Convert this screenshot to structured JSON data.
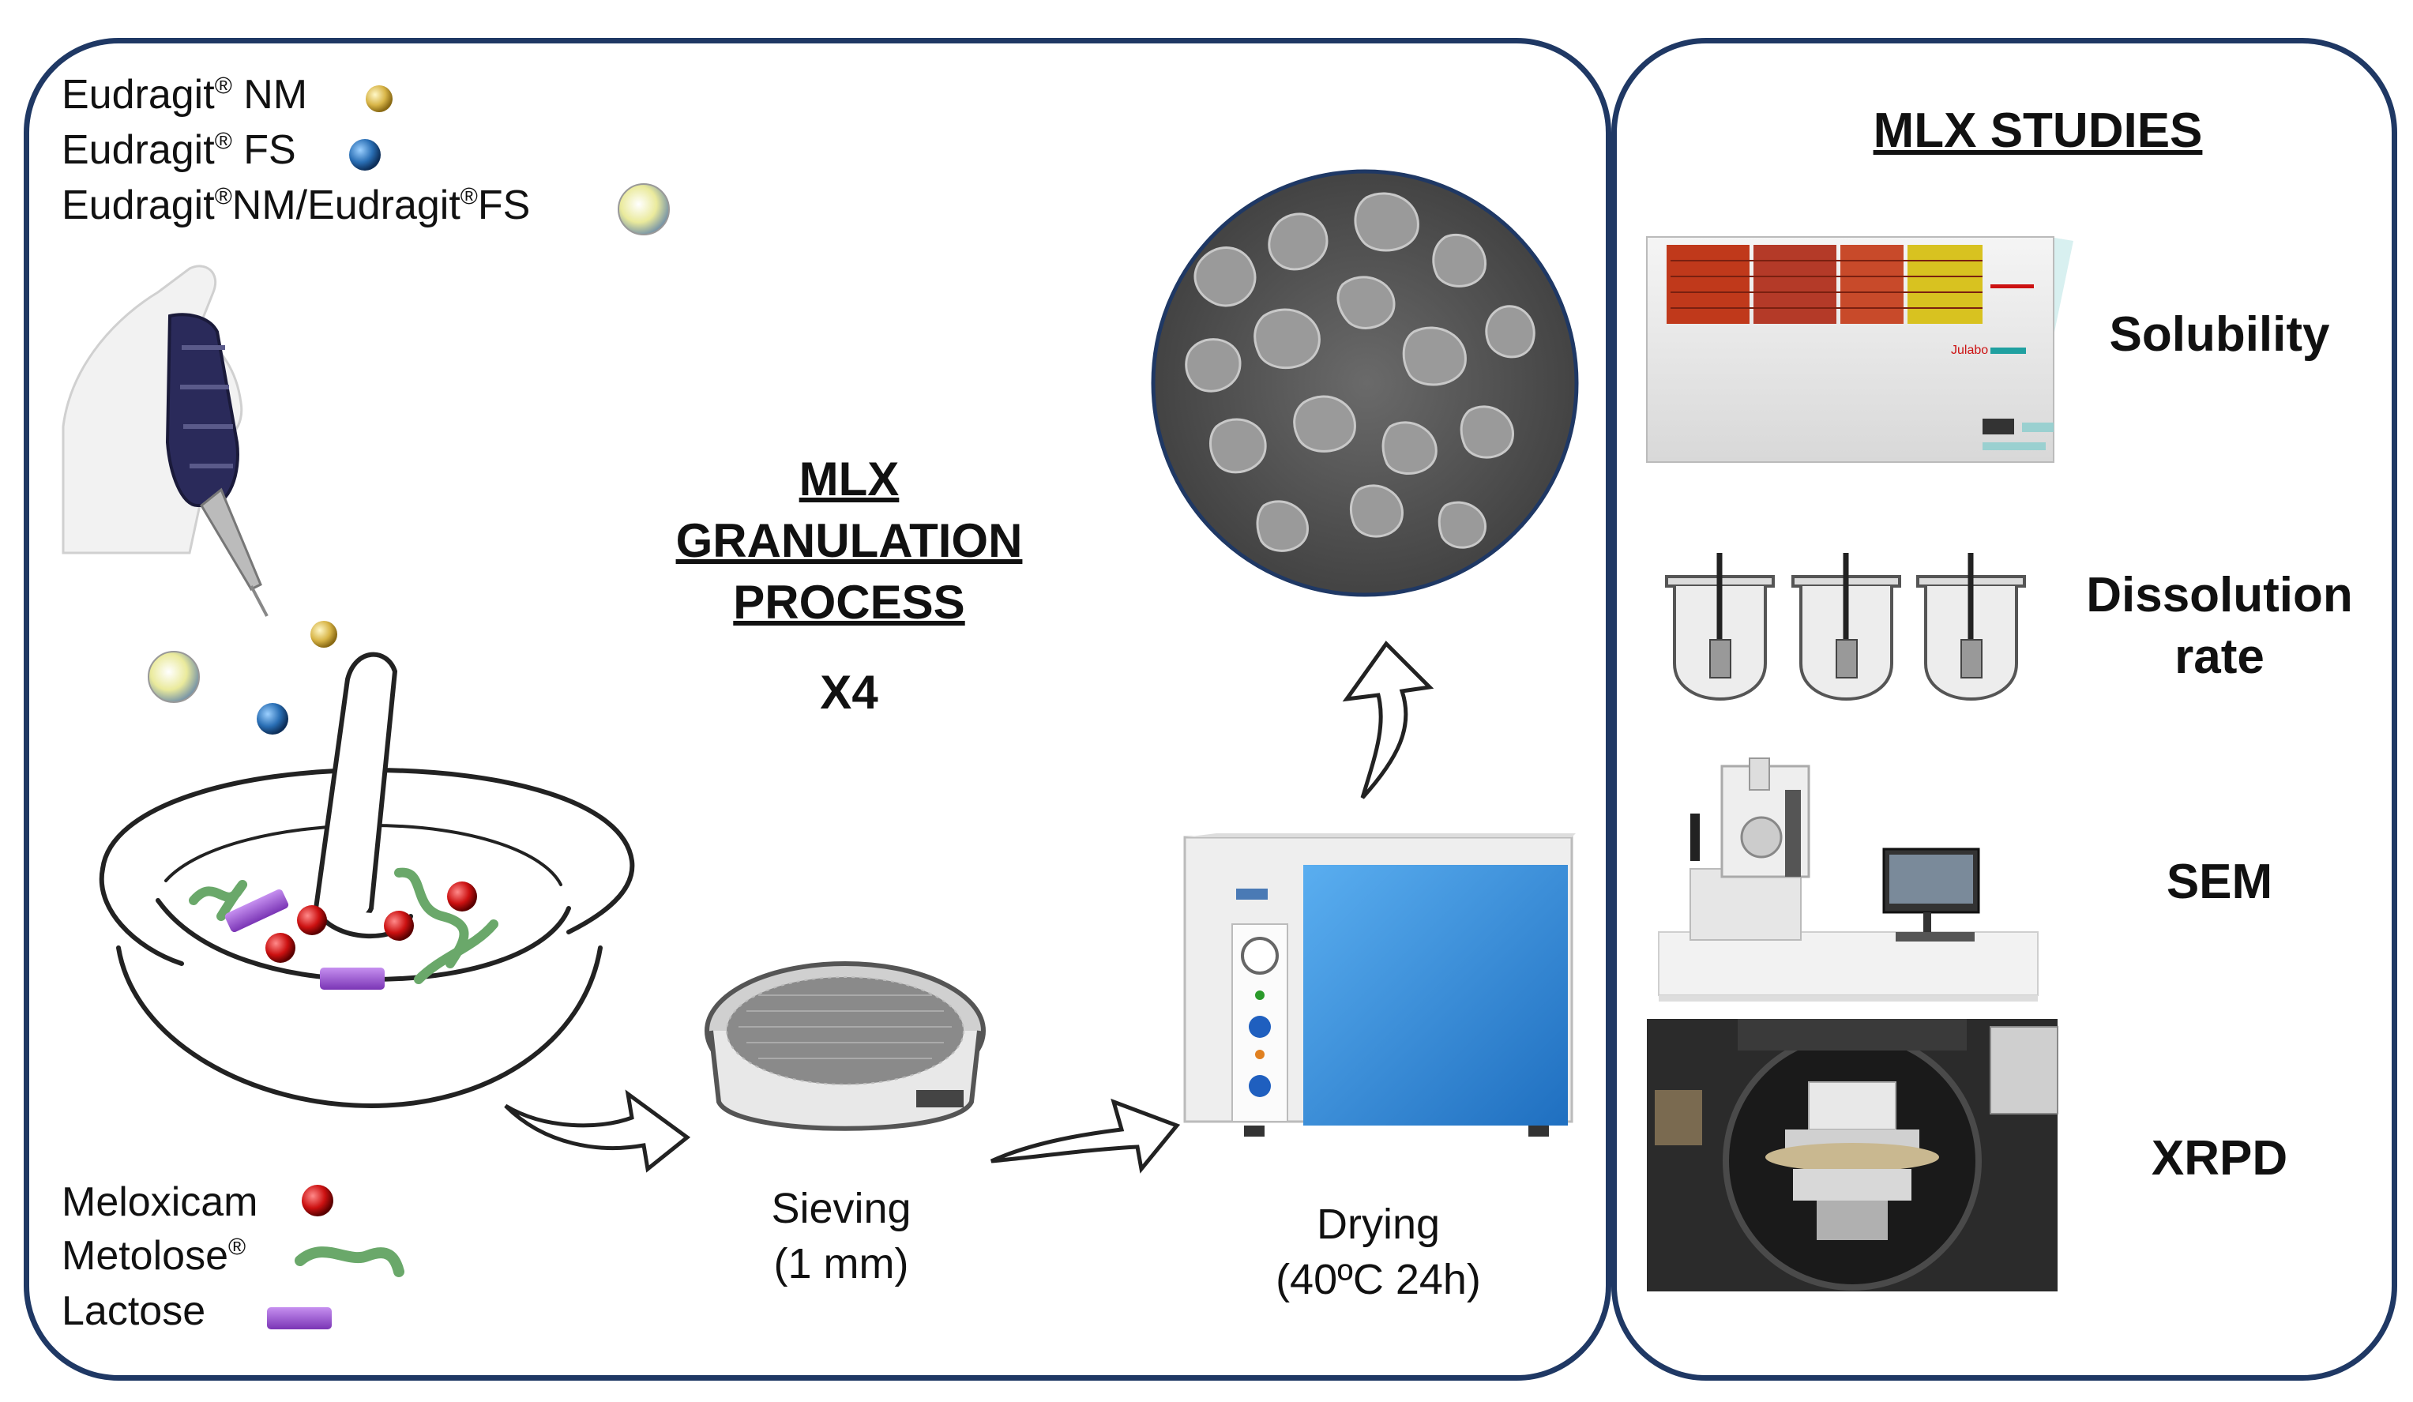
{
  "legend_top": {
    "item1": {
      "name": "Eudragit",
      "sup": "®",
      "suffix": " NM",
      "color": "#d8b548"
    },
    "item2": {
      "name": "Eudragit",
      "sup": "®",
      "suffix": " FS",
      "color": "#2a6fb5"
    },
    "item3": {
      "name": "Eudragit",
      "sup1": "®",
      "mid": "NM/Eudragit",
      "sup2": "®",
      "suffix": "FS",
      "color": "#e8e89a"
    }
  },
  "legend_bottom": {
    "item1": {
      "name": "Meloxicam",
      "color": "#cc1111"
    },
    "item2": {
      "name": "Metolose",
      "sup": "®",
      "color": "#6aa86a"
    },
    "item3": {
      "name": "Lactose",
      "color": "#9b59d0"
    }
  },
  "process": {
    "title_line1": "MLX",
    "title_line2": "GRANULATION",
    "title_line3": "PROCESS",
    "repeat": "X4"
  },
  "steps": {
    "sieving_line1": "Sieving",
    "sieving_line2": "(1 mm)",
    "drying_line1": "Drying",
    "drying_line2": "(40ºC 24h)"
  },
  "studies": {
    "title": "MLX STUDIES",
    "solubility": "Solubility",
    "dissolution_line1": "Dissolution",
    "dissolution_line2": "rate",
    "sem": "SEM",
    "xrpd": "XRPD",
    "bath_brand": "Julabo"
  },
  "colors": {
    "frame": "#1f3864",
    "oven_door": "#2f8ee0"
  }
}
